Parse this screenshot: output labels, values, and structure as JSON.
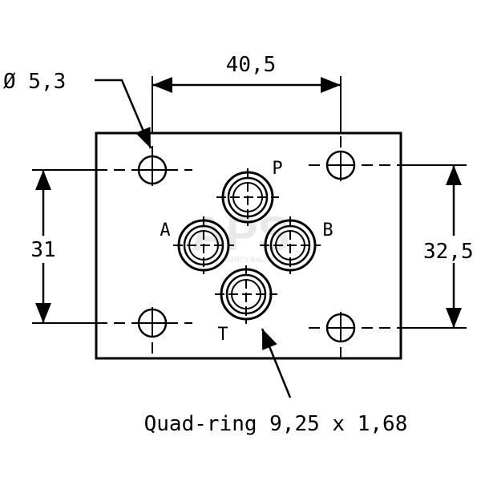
{
  "drawing": {
    "hole_diameter_label": "Ø 5,3",
    "width_dimension_label": "40,5",
    "left_height_label": "31",
    "right_height_label": "32,5",
    "port_labels": {
      "p": "P",
      "a": "A",
      "b": "B",
      "t": "T"
    },
    "seal_note": "Quad-ring 9,25 x 1,68",
    "watermark": "APS",
    "watermark_sub": "AGRI PARTS BALTIC"
  }
}
